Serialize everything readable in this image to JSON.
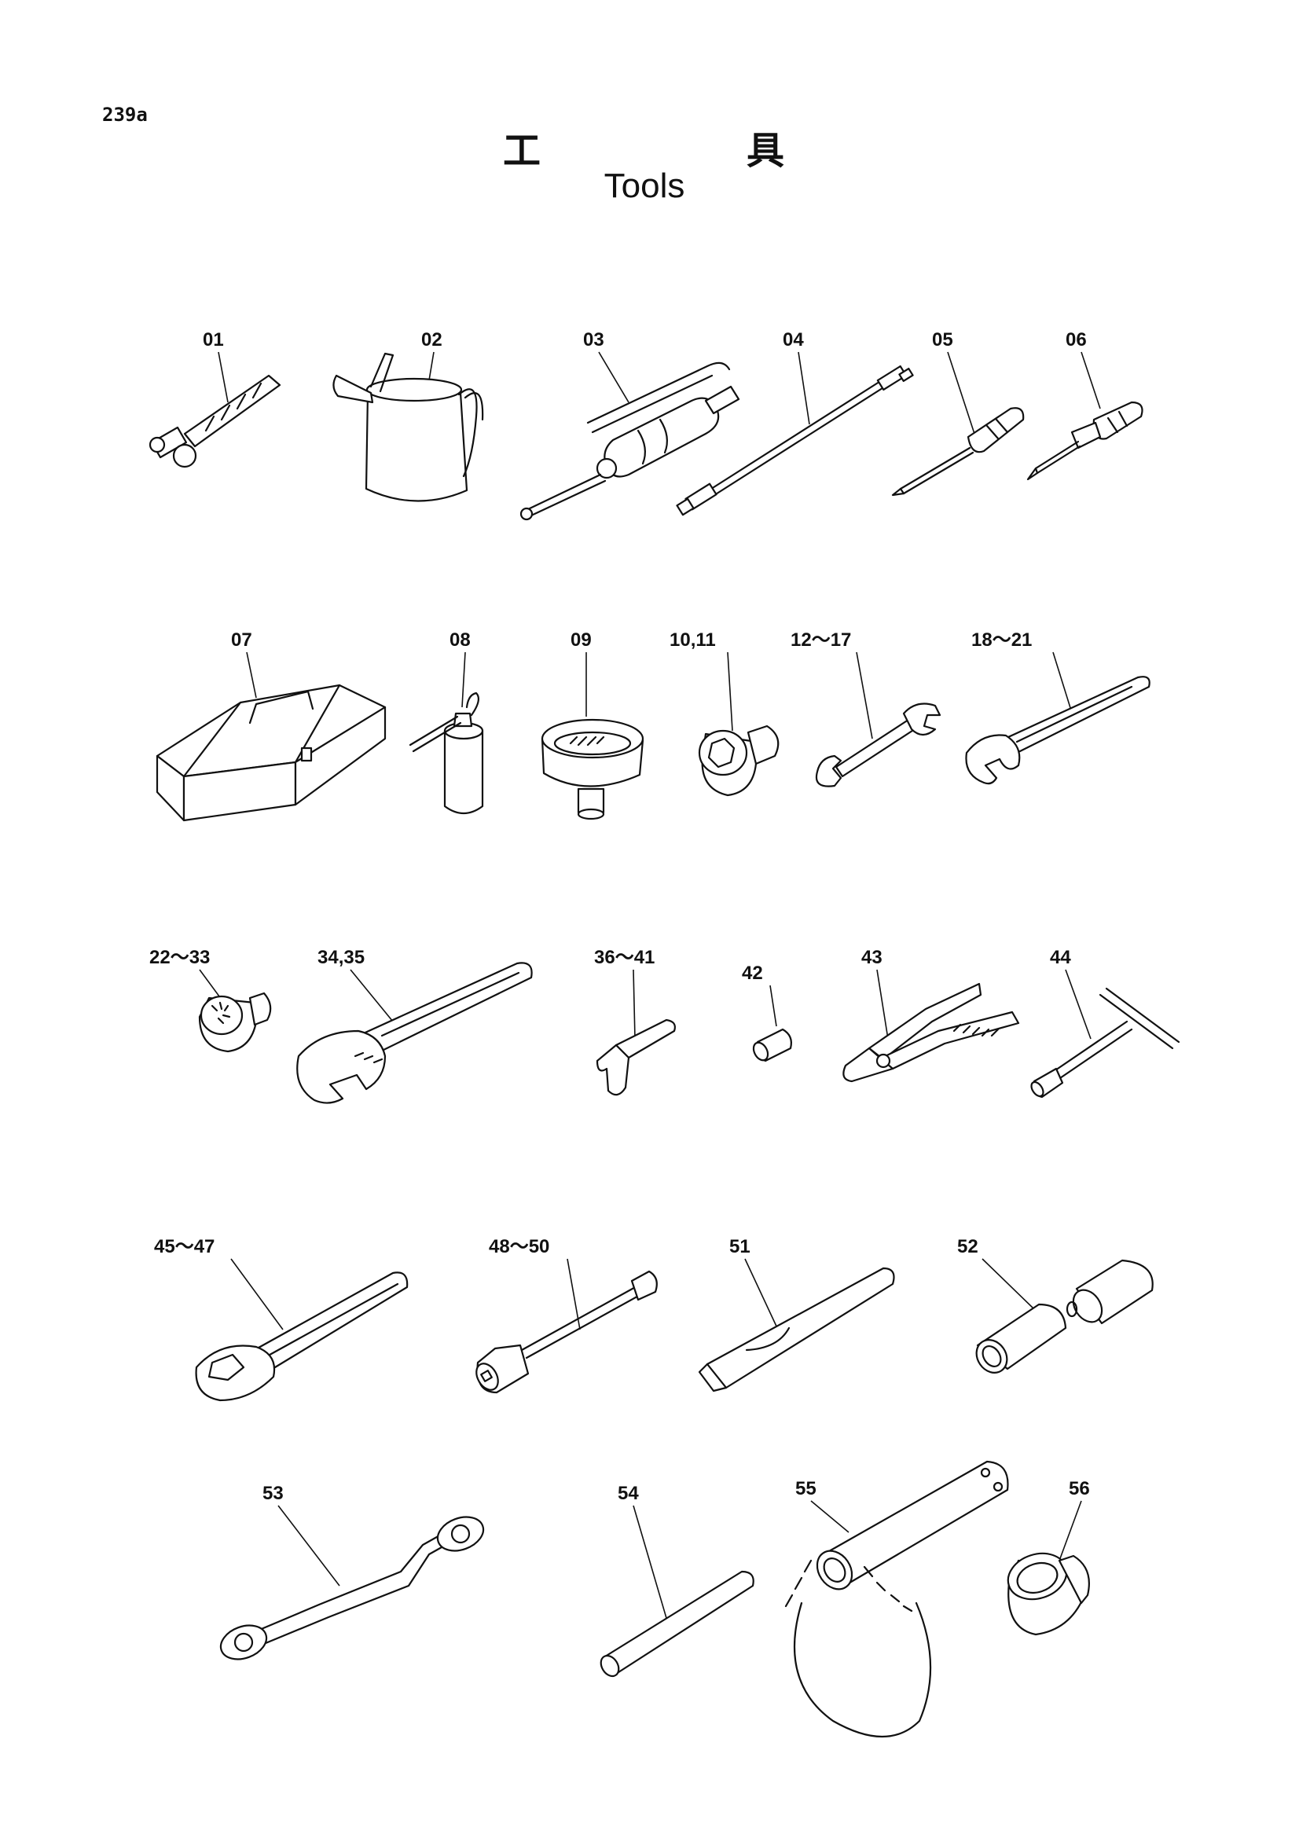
{
  "page_number": "239a",
  "title": {
    "jp_first": "工",
    "jp_second": "具",
    "en": "Tools"
  },
  "parts": [
    {
      "id": "p01",
      "label": "01"
    },
    {
      "id": "p02",
      "label": "02"
    },
    {
      "id": "p03",
      "label": "03"
    },
    {
      "id": "p04",
      "label": "04"
    },
    {
      "id": "p05",
      "label": "05"
    },
    {
      "id": "p06",
      "label": "06"
    },
    {
      "id": "p07",
      "label": "07"
    },
    {
      "id": "p08",
      "label": "08"
    },
    {
      "id": "p09",
      "label": "09"
    },
    {
      "id": "p10",
      "label": "10,11"
    },
    {
      "id": "p12",
      "label": "12～17"
    },
    {
      "id": "p18",
      "label": "18～21"
    },
    {
      "id": "p22",
      "label": "22～33"
    },
    {
      "id": "p34",
      "label": "34,35"
    },
    {
      "id": "p36",
      "label": "36～41"
    },
    {
      "id": "p42",
      "label": "42"
    },
    {
      "id": "p43",
      "label": "43"
    },
    {
      "id": "p44",
      "label": "44"
    },
    {
      "id": "p45",
      "label": "45～47"
    },
    {
      "id": "p48",
      "label": "48～50"
    },
    {
      "id": "p51",
      "label": "51"
    },
    {
      "id": "p52",
      "label": "52"
    },
    {
      "id": "p53",
      "label": "53"
    },
    {
      "id": "p54",
      "label": "54"
    },
    {
      "id": "p55",
      "label": "55"
    },
    {
      "id": "p56",
      "label": "56"
    }
  ]
}
